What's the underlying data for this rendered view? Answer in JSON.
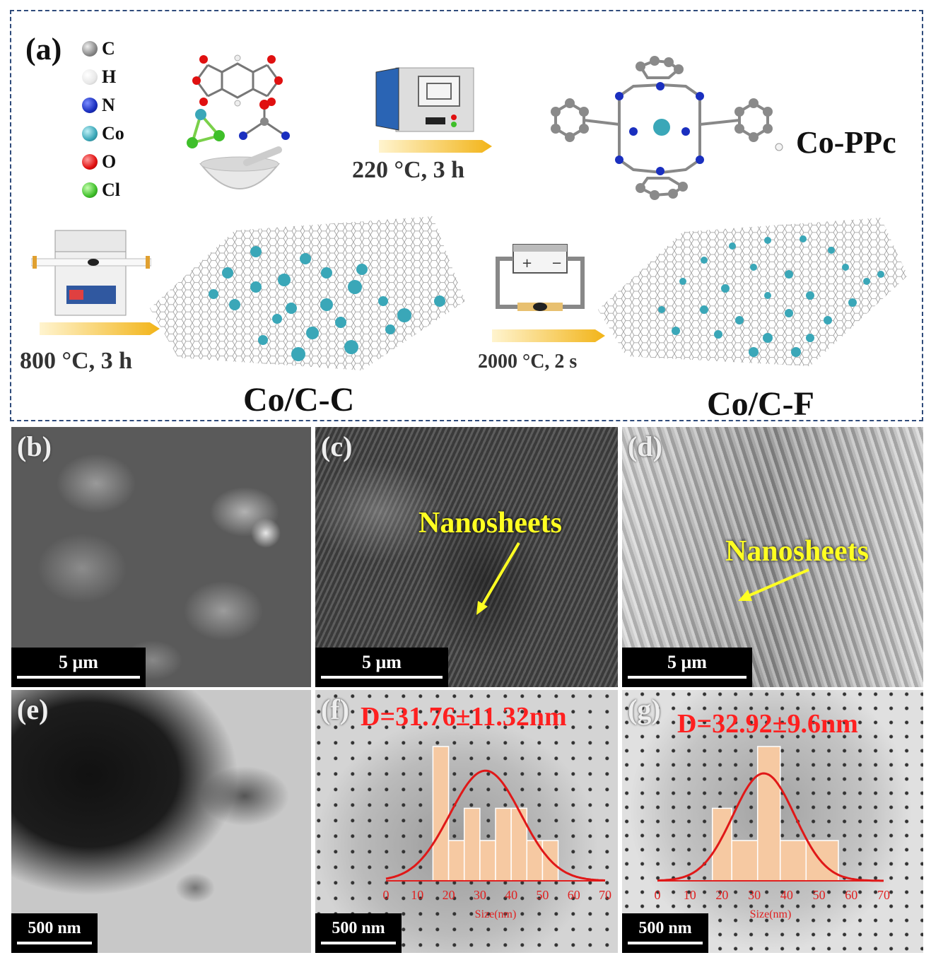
{
  "panels": {
    "a": "(a)",
    "b": "(b)",
    "c": "(c)",
    "d": "(d)",
    "e": "(e)",
    "f": "(f)",
    "g": "(g)"
  },
  "legend": [
    {
      "symbol": "C",
      "color": "#8a8a8a"
    },
    {
      "symbol": "H",
      "color": "#f4f4f4"
    },
    {
      "symbol": "N",
      "color": "#1a2fbf"
    },
    {
      "symbol": "Co",
      "color": "#3aa7b8"
    },
    {
      "symbol": "O",
      "color": "#e01010"
    },
    {
      "symbol": "Cl",
      "color": "#3fbf2a"
    }
  ],
  "steps": {
    "step1": "220 °C, 3 h",
    "step2": "800 °C, 3 h",
    "step3": "2000 °C, 2 s"
  },
  "products": {
    "ppc": "Co-PPc",
    "coc_c": "Co/C-C",
    "coc_f": "Co/C-F"
  },
  "annotations": {
    "nanosheets_c": "Nanosheets",
    "nanosheets_d": "Nanosheets"
  },
  "scalebars": {
    "b": "5 μm",
    "c": "5 μm",
    "d": "5 μm",
    "e": "500 nm",
    "f": "500 nm",
    "g": "500 nm"
  },
  "chart_data": [
    {
      "type": "bar",
      "panel": "f",
      "title": "D=31.76±11.32nm",
      "xlabel": "Size(nm)",
      "xlim": [
        0,
        70
      ],
      "xticks": [
        0,
        10,
        20,
        30,
        40,
        50,
        60,
        70
      ],
      "bins": [
        [
          15,
          20
        ],
        [
          20,
          25
        ],
        [
          25,
          30
        ],
        [
          30,
          35
        ],
        [
          35,
          40
        ],
        [
          40,
          45
        ],
        [
          45,
          50
        ],
        [
          50,
          55
        ]
      ],
      "values": [
        1.0,
        0.3,
        0.54,
        0.3,
        0.54,
        0.54,
        0.3,
        0.3
      ],
      "fit": {
        "mean": 31.76,
        "sd": 11.32,
        "peak": 0.82
      }
    },
    {
      "type": "bar",
      "panel": "g",
      "title": "D=32.92±9.6nm",
      "xlabel": "Size(nm)",
      "xlim": [
        0,
        70
      ],
      "xticks": [
        0,
        10,
        20,
        30,
        40,
        50,
        60,
        70
      ],
      "bins": [
        [
          17,
          23
        ],
        [
          23,
          31
        ],
        [
          31,
          38
        ],
        [
          38,
          46
        ],
        [
          46,
          56
        ]
      ],
      "values": [
        0.54,
        0.3,
        1.0,
        0.3,
        0.3
      ],
      "fit": {
        "mean": 32.92,
        "sd": 9.6,
        "peak": 0.8
      }
    }
  ]
}
